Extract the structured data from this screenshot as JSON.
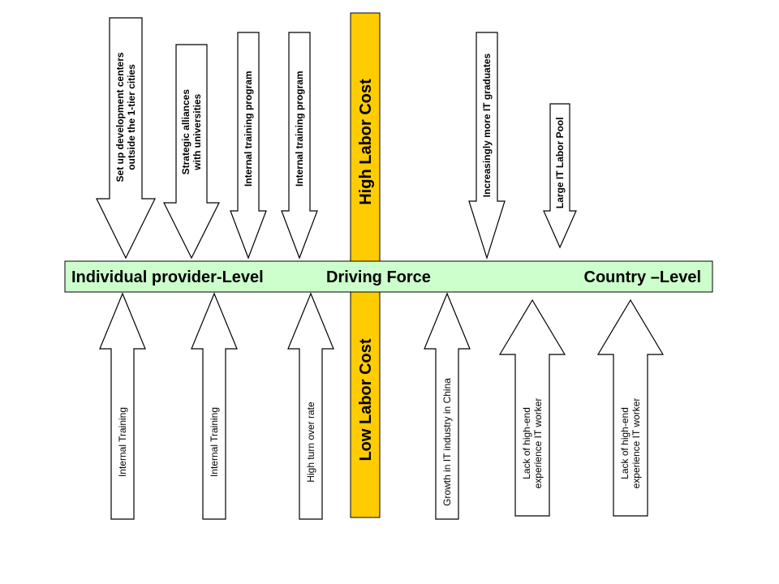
{
  "colors": {
    "band": "#ccffcc",
    "cost_bar": "#ffcc00",
    "arrow_fill": "#ffffff",
    "outline": "#000000"
  },
  "band": {
    "left_label": "Individual provider-Level",
    "center_label": "Driving Force",
    "right_label": "Country –Level"
  },
  "cost_bar": {
    "top_label": "High Labor Cost",
    "bottom_label": "Low Labor Cost"
  },
  "arrows_top": [
    {
      "lines": [
        "Set up development centers",
        "outside the 1-tier cities"
      ]
    },
    {
      "lines": [
        "Strategic alliances",
        "with universities"
      ]
    },
    {
      "lines": [
        "Internal training  program"
      ]
    },
    {
      "lines": [
        "Internal training  program"
      ]
    },
    {
      "lines": [
        "Increasingly more IT graduates"
      ]
    },
    {
      "lines": [
        "Large IT Labor Pool"
      ]
    }
  ],
  "arrows_bottom": [
    {
      "lines": [
        "Internal Training"
      ]
    },
    {
      "lines": [
        "Internal Training"
      ]
    },
    {
      "lines": [
        "High turn over rate"
      ]
    },
    {
      "lines": [
        "Growth in IT industry in China"
      ]
    },
    {
      "lines": [
        "Lack of high-end",
        "experience IT worker"
      ]
    },
    {
      "lines": [
        "Lack of high-end",
        "experience IT worker"
      ]
    }
  ]
}
